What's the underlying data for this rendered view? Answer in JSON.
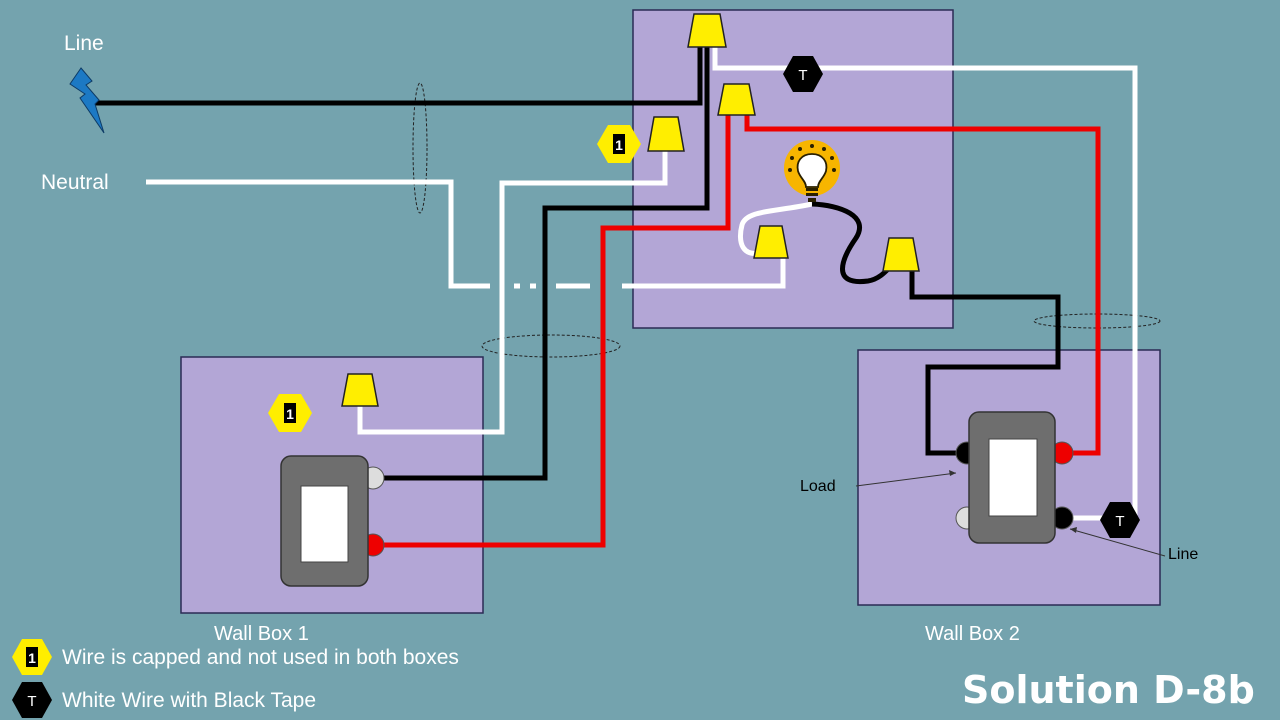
{
  "labels": {
    "line_source": "Line",
    "neutral_source": "Neutral",
    "wall_box_1": "Wall Box 1",
    "wall_box_2": "Wall Box 2",
    "load_terminal": "Load",
    "line_terminal": "Line",
    "title": "Solution D-8b"
  },
  "badges": {
    "capped": "1",
    "taped": "T"
  },
  "legend": [
    {
      "badge": "1",
      "text": "Wire is capped and not used in both boxes"
    },
    {
      "badge": "T",
      "text": "White Wire with Black Tape"
    }
  ],
  "colors": {
    "background": "#74a3ae",
    "box_fill": "#b3a6d6",
    "hot_wire": "#000000",
    "traveler_wire": "#ee0000",
    "neutral_wire": "#ffffff",
    "wire_nut": "#ffee00",
    "capped_badge": "#ffee00",
    "taped_badge": "#000000",
    "switch_body": "#6e6e6e",
    "lightning": "#1c79c4",
    "bulb": "#f7b500"
  },
  "icons": [
    "lightning-icon",
    "light-bulb-icon",
    "wire-nut-icon",
    "switch-icon"
  ]
}
